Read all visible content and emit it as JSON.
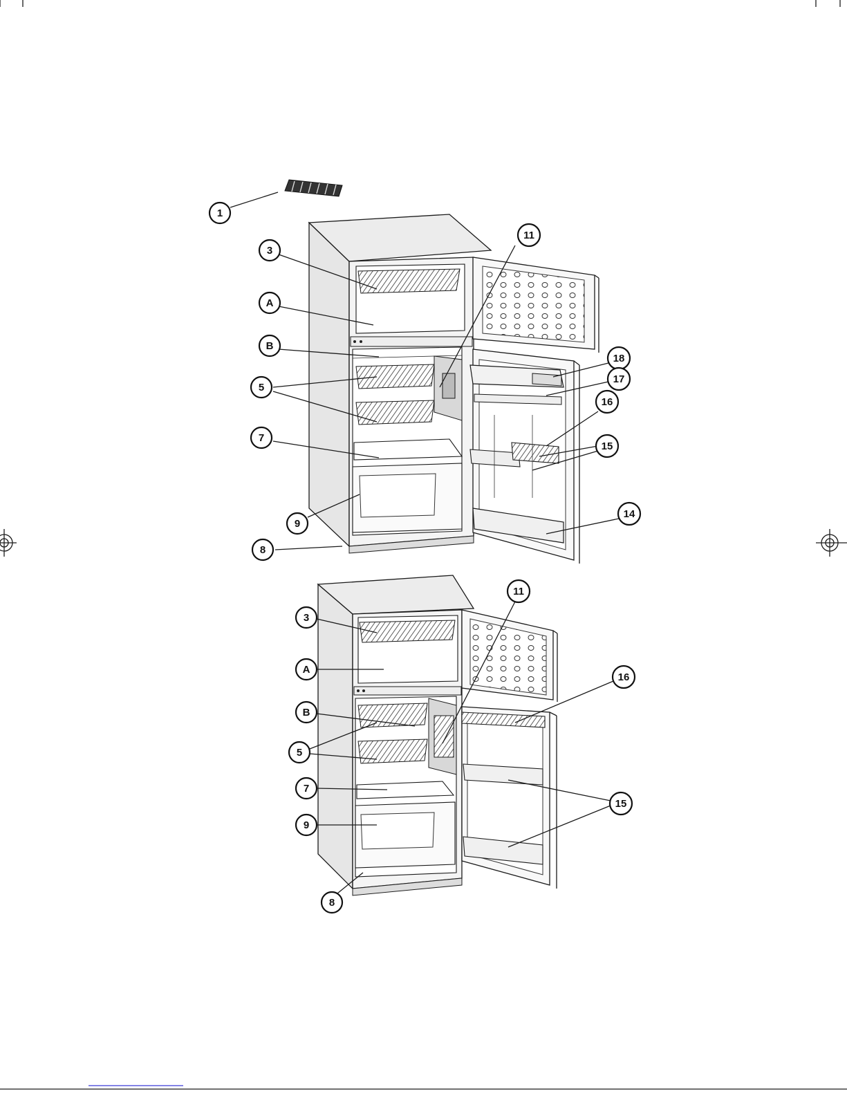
{
  "callouts": {
    "upper": [
      {
        "id": "1",
        "label": "1"
      },
      {
        "id": "3",
        "label": "3"
      },
      {
        "id": "A",
        "label": "A"
      },
      {
        "id": "B",
        "label": "B"
      },
      {
        "id": "5",
        "label": "5"
      },
      {
        "id": "7",
        "label": "7"
      },
      {
        "id": "9",
        "label": "9"
      },
      {
        "id": "8",
        "label": "8"
      },
      {
        "id": "11",
        "label": "11"
      },
      {
        "id": "18",
        "label": "18"
      },
      {
        "id": "17",
        "label": "17"
      },
      {
        "id": "16",
        "label": "16"
      },
      {
        "id": "15",
        "label": "15"
      },
      {
        "id": "14",
        "label": "14"
      }
    ],
    "lower": [
      {
        "id": "3",
        "label": "3"
      },
      {
        "id": "A",
        "label": "A"
      },
      {
        "id": "B",
        "label": "B"
      },
      {
        "id": "5",
        "label": "5"
      },
      {
        "id": "7",
        "label": "7"
      },
      {
        "id": "9",
        "label": "9"
      },
      {
        "id": "8",
        "label": "8"
      },
      {
        "id": "11",
        "label": "11"
      },
      {
        "id": "16",
        "label": "16"
      },
      {
        "id": "15",
        "label": "15"
      }
    ]
  },
  "colors": {
    "ink": "#111111",
    "footer_link": "#3b3bd6"
  }
}
